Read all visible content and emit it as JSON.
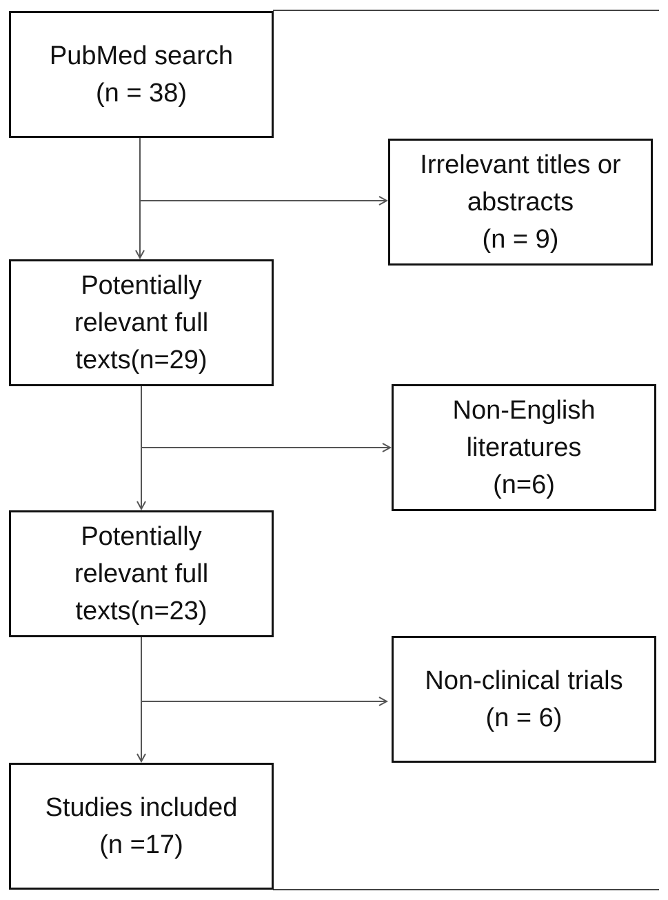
{
  "flow": {
    "pubmed": [
      "PubMed search",
      "(n = 38)"
    ],
    "full_texts_1": [
      "Potentially",
      "relevant full",
      "texts(n=29)"
    ],
    "full_texts_2": [
      "Potentially",
      "relevant full",
      "texts(n=23)"
    ],
    "included": [
      "Studies included",
      "(n =17)"
    ]
  },
  "exclusions": {
    "irrelevant": [
      "Irrelevant titles or",
      "abstracts",
      "(n = 9)"
    ],
    "non_english": [
      "Non-English",
      "literatures",
      "(n=6)"
    ],
    "non_clinical": [
      "Non-clinical trials",
      "(n = 6)"
    ]
  },
  "colors": {
    "box_border": "#111111",
    "arrow": "#555555",
    "rule": "#444444"
  }
}
